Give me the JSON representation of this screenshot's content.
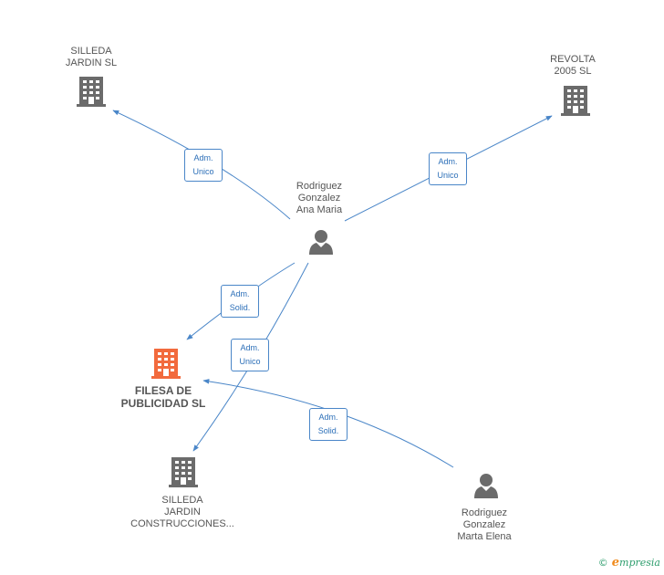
{
  "nodes": {
    "silleda_jardin": {
      "lines": [
        "SILLEDA",
        "JARDIN SL"
      ],
      "type": "company"
    },
    "revolta": {
      "lines": [
        "REVOLTA",
        "2005 SL"
      ],
      "type": "company"
    },
    "rodriguez_ana": {
      "lines": [
        "Rodriguez",
        "Gonzalez",
        "Ana Maria"
      ],
      "type": "person"
    },
    "filesa": {
      "lines": [
        "FILESA DE",
        "PUBLICIDAD SL"
      ],
      "type": "company-main"
    },
    "silleda_construcciones": {
      "lines": [
        "SILLEDA",
        "JARDIN",
        "CONSTRUCCIONES..."
      ],
      "type": "company"
    },
    "rodriguez_marta": {
      "lines": [
        "Rodriguez",
        "Gonzalez",
        "Marta Elena"
      ],
      "type": "person"
    }
  },
  "edges": {
    "ana_to_silleda": {
      "lines": [
        "Adm.",
        "Unico"
      ]
    },
    "ana_to_revolta": {
      "lines": [
        "Adm.",
        "Unico"
      ]
    },
    "ana_to_filesa": {
      "lines": [
        "Adm.",
        "Solid."
      ]
    },
    "ana_to_construcciones": {
      "lines": [
        "Adm.",
        "Unico"
      ]
    },
    "marta_to_filesa": {
      "lines": [
        "Adm.",
        "Solid."
      ]
    }
  },
  "colors": {
    "edge": "#4a86c8",
    "company_icon": "#6b6b6b",
    "main_company_icon": "#f26a3d",
    "person_icon": "#6b6b6b"
  },
  "brand": {
    "copyright": "©",
    "name_first": "e",
    "name_rest": "mpresia"
  }
}
